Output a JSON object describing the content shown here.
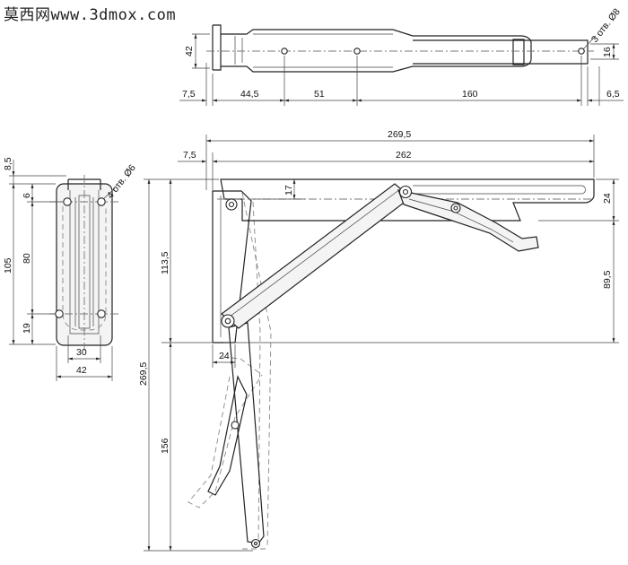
{
  "watermark": "莫西网www.3dmox.com",
  "top_view": {
    "dims": {
      "height": "42",
      "offset": "7,5",
      "seg1": "44,5",
      "seg2": "51",
      "seg3": "160",
      "end_offset": "6,5",
      "end_height": "16"
    },
    "holes_note": "3 отв. Ø8"
  },
  "side_view": {
    "dims": {
      "top": "8,5",
      "hole_from_top": "6",
      "height": "105",
      "hole_spacing": "80",
      "hole_from_bottom": "19",
      "inner_width": "30",
      "outer_width": "42"
    },
    "holes_note": "4 отв. Ø6"
  },
  "main_view": {
    "dims": {
      "total_length": "269,5",
      "arm_length": "262",
      "offset": "7,5",
      "arm_offset": "17",
      "right_height": "24",
      "brace_height": "89,5",
      "bracket_height": "113,5",
      "total_height": "269,5",
      "folded_length": "156",
      "pivot_offset": "24"
    }
  }
}
